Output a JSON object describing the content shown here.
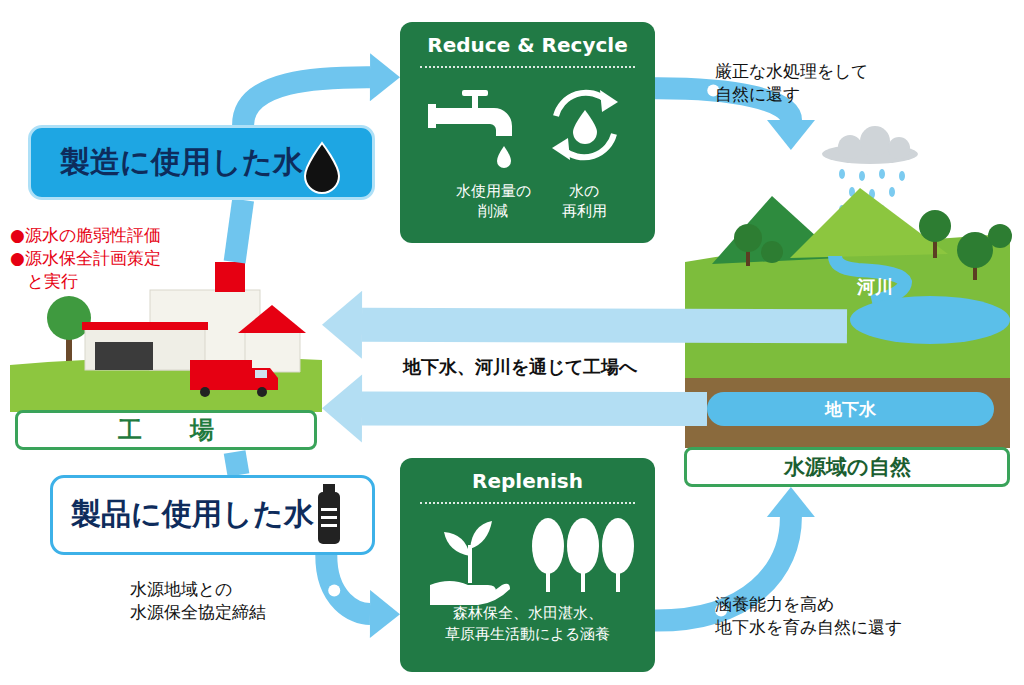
{
  "diagram": {
    "nodes": [
      {
        "text": [
          "製造に使用した水"
        ]
      },
      {
        "text": [
          "工 場"
        ]
      },
      {
        "text": [
          "製品に使用した水"
        ]
      },
      {
        "text": [
          "Reduce & Recycle",
          "水使用量の 削減",
          "水の 再利用"
        ]
      },
      {
        "text": [
          "Replenish",
          "森林保全、水田湛水、 草原再生活動による涵養"
        ]
      },
      {
        "text": [
          "水源域の自然"
        ]
      },
      {
        "text": [
          "河川"
        ],
        "in": 5
      },
      {
        "text": [
          "地下水"
        ],
        "in": 5
      }
    ],
    "edges": [
      {
        "from": 1,
        "to": 0,
        "arrow": "none"
      },
      {
        "from": 0,
        "to": 3,
        "arrow": "to"
      },
      {
        "from": 3,
        "to": 5,
        "label": "厳正な水処理をして 自然に還す",
        "arrow": "to"
      },
      {
        "from": 6,
        "to": 1,
        "arrow": "to"
      },
      {
        "from": 7,
        "to": 1,
        "arrow": "to"
      },
      {
        "from": 1,
        "to": 2,
        "arrow": "none"
      },
      {
        "from": 2,
        "to": 4,
        "label": "水源地域との 水源保全協定締結",
        "arrow": "to"
      },
      {
        "from": 4,
        "to": 5,
        "label": "涵養能力を高め 地下水を育み自然に還す",
        "arrow": "to"
      }
    ],
    "labels": [
      "●源水の脆弱性評価",
      "●源水保全計画策定 と実行",
      "地下水、河川を通じて工場へ"
    ]
  }
}
